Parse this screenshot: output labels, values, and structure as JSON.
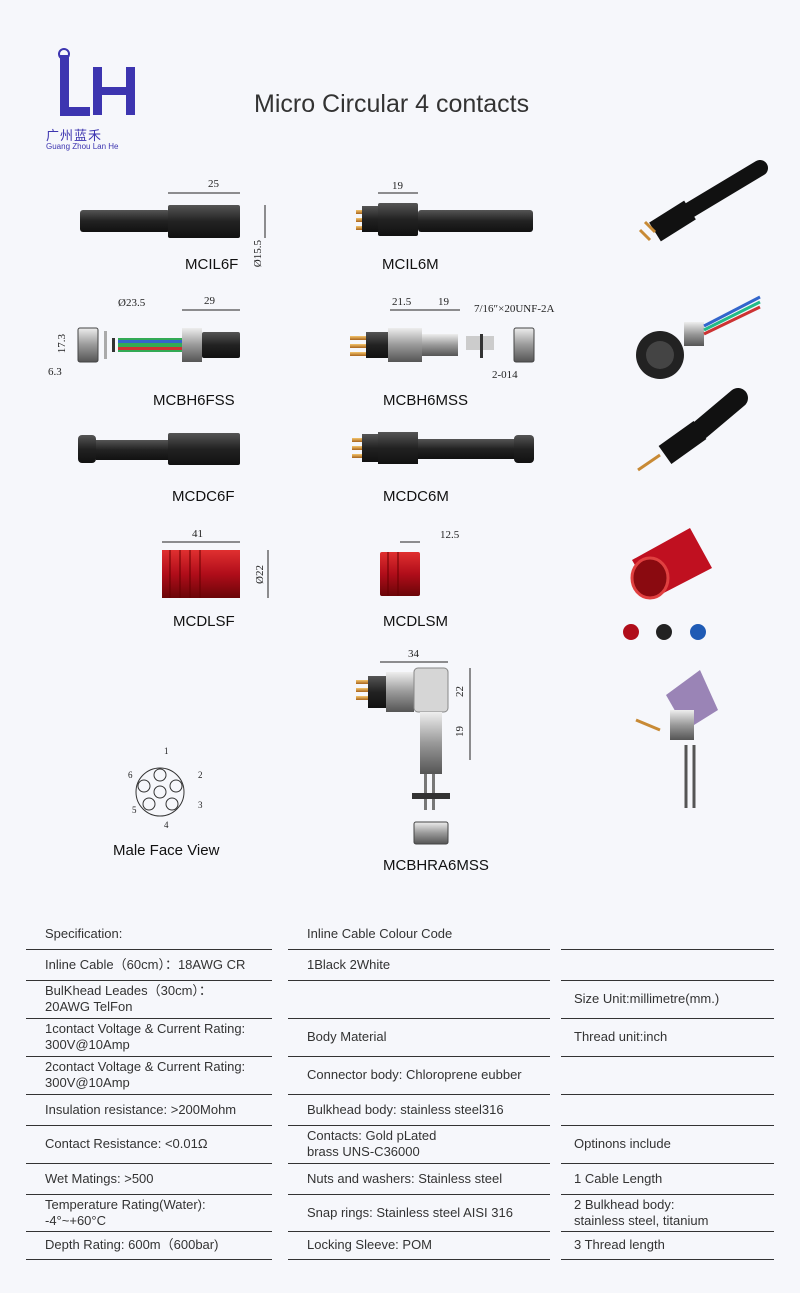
{
  "brand": {
    "name_cn": "广州蓝禾",
    "name_en": "Guang Zhou Lan He",
    "color": "#3d35b0"
  },
  "title": "Micro Circular 4 contacts",
  "products": {
    "mcil6f": "MCIL6F",
    "mcil6m": "MCIL6M",
    "mcbh6fss": "MCBH6FSS",
    "mcbh6mss": "MCBH6MSS",
    "mcdc6f": "MCDC6F",
    "mcdc6m": "MCDC6M",
    "mcdlsf": "MCDLSF",
    "mcdlsm": "MCDLSM",
    "mcbhra6mss": "MCBHRA6MSS"
  },
  "dimensions": {
    "mcil6f_len": "25",
    "mcil6f_dia": "Ø15.5",
    "mcil6m_len": "19",
    "mcbh6fss_dia": "Ø23.5",
    "mcbh6fss_len": "29",
    "mcbh6fss_h": "17.3",
    "mcbh6fss_w": "6.3",
    "mcbh6mss_a": "21.5",
    "mcbh6mss_b": "19",
    "mcbh6mss_thread": "7/16″×20UNF-2A",
    "mcbh6mss_oring": "2-014",
    "mcdlsf_len": "41",
    "mcdlsf_dia": "Ø22",
    "mcdlsm_len": "12.5",
    "mcbhra6mss_len": "34",
    "mcbhra6mss_h1": "22",
    "mcbhra6mss_h2": "19"
  },
  "face_view": {
    "caption": "Male Face View",
    "pins": [
      "1",
      "2",
      "3",
      "4",
      "5",
      "6"
    ]
  },
  "sleeve_colors": [
    "#b00d1a",
    "#222222",
    "#1f5bb5"
  ],
  "spec_rows": [
    [
      "Specification:",
      "Inline Cable Colour Code",
      ""
    ],
    [
      "Inline Cable（60cm）：18AWG CR",
      "1Black  2White",
      ""
    ],
    [
      "BulKhead Leades（30cm）：\n20AWG TelFon",
      "",
      "Size Unit:millimetre(mm.)"
    ],
    [
      "1contact Voltage & Current Rating:\n300V@10Amp",
      "Body Material",
      "Thread unit:inch"
    ],
    [
      "2contact Voltage & Current Rating:\n300V@10Amp",
      "Connector body: Chloroprene eubber",
      ""
    ],
    [
      "Insulation resistance: >200Mohm",
      "Bulkhead body:  stainless steel316",
      ""
    ],
    [
      "Contact Resistance: <0.01Ω",
      "Contacts:   Gold pLated\nbrass UNS-C36000",
      "Optinons include"
    ],
    [
      "Wet Matings: >500",
      "Nuts and washers: Stainless steel",
      "1 Cable Length"
    ],
    [
      "Temperature Rating(Water):\n-4°~+60°C",
      "Snap rings:  Stainless steel AISI 316",
      "2 Bulkhead body:\nstainless steel,  titanium"
    ],
    [
      "Depth Rating: 600m（600bar)",
      "Locking Sleeve: POM",
      "3 Thread length"
    ]
  ]
}
